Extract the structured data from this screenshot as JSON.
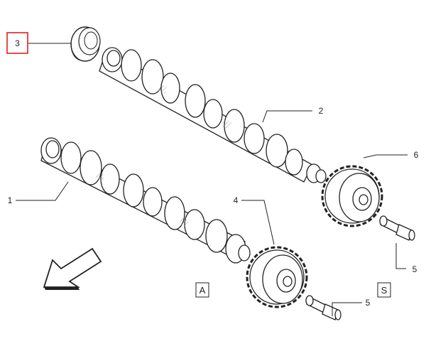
{
  "callouts": {
    "c1": "1",
    "c2": "2",
    "c3": "3",
    "c4": "4",
    "c5a": "5",
    "c5b": "5",
    "c6": "6"
  },
  "boxes": {
    "a": "A",
    "s": "S"
  },
  "colors": {
    "line": "#222222",
    "highlight": "#e02020",
    "hatch": "#9a9a9a"
  }
}
